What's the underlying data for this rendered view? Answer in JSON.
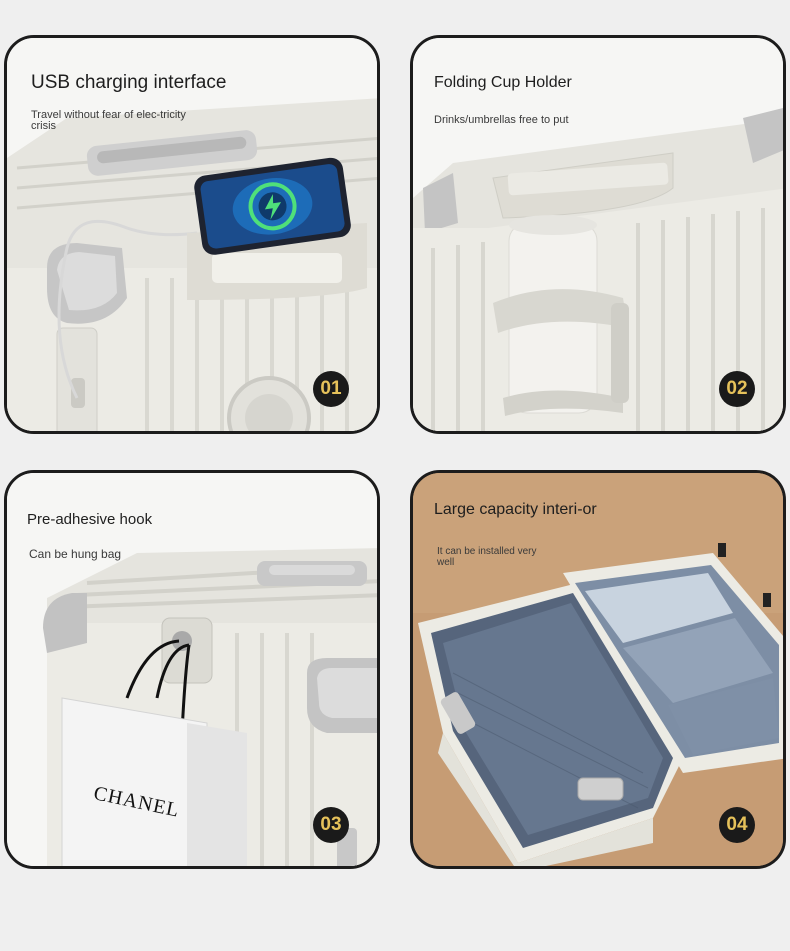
{
  "panels": [
    {
      "title": "USB charging interface",
      "subtitle": "Travel without fear of elec-tricity crisis",
      "number": "01",
      "icons": [
        "phone-icon",
        "wireless-charging-icon",
        "usb-cable-icon"
      ]
    },
    {
      "title": "Folding Cup Holder",
      "subtitle": "Drinks/umbrellas free to put",
      "number": "02",
      "icons": [
        "cup-icon"
      ]
    },
    {
      "title": "Pre-adhesive hook",
      "subtitle": "Can be hung bag",
      "number": "03",
      "bag_brand": "CHANEL",
      "icons": [
        "hook-icon",
        "shopping-bag-icon"
      ]
    },
    {
      "title": "Large capacity interi-or",
      "subtitle": "It can be installed very well",
      "number": "04",
      "icons": [
        "open-suitcase-icon"
      ]
    }
  ],
  "colors": {
    "badge_bg": "#1a1a1a",
    "badge_text": "#e5c15a",
    "card_border": "#1c1c1c",
    "suitcase_body": "#ecebe5",
    "lining": "#5d6e86"
  }
}
